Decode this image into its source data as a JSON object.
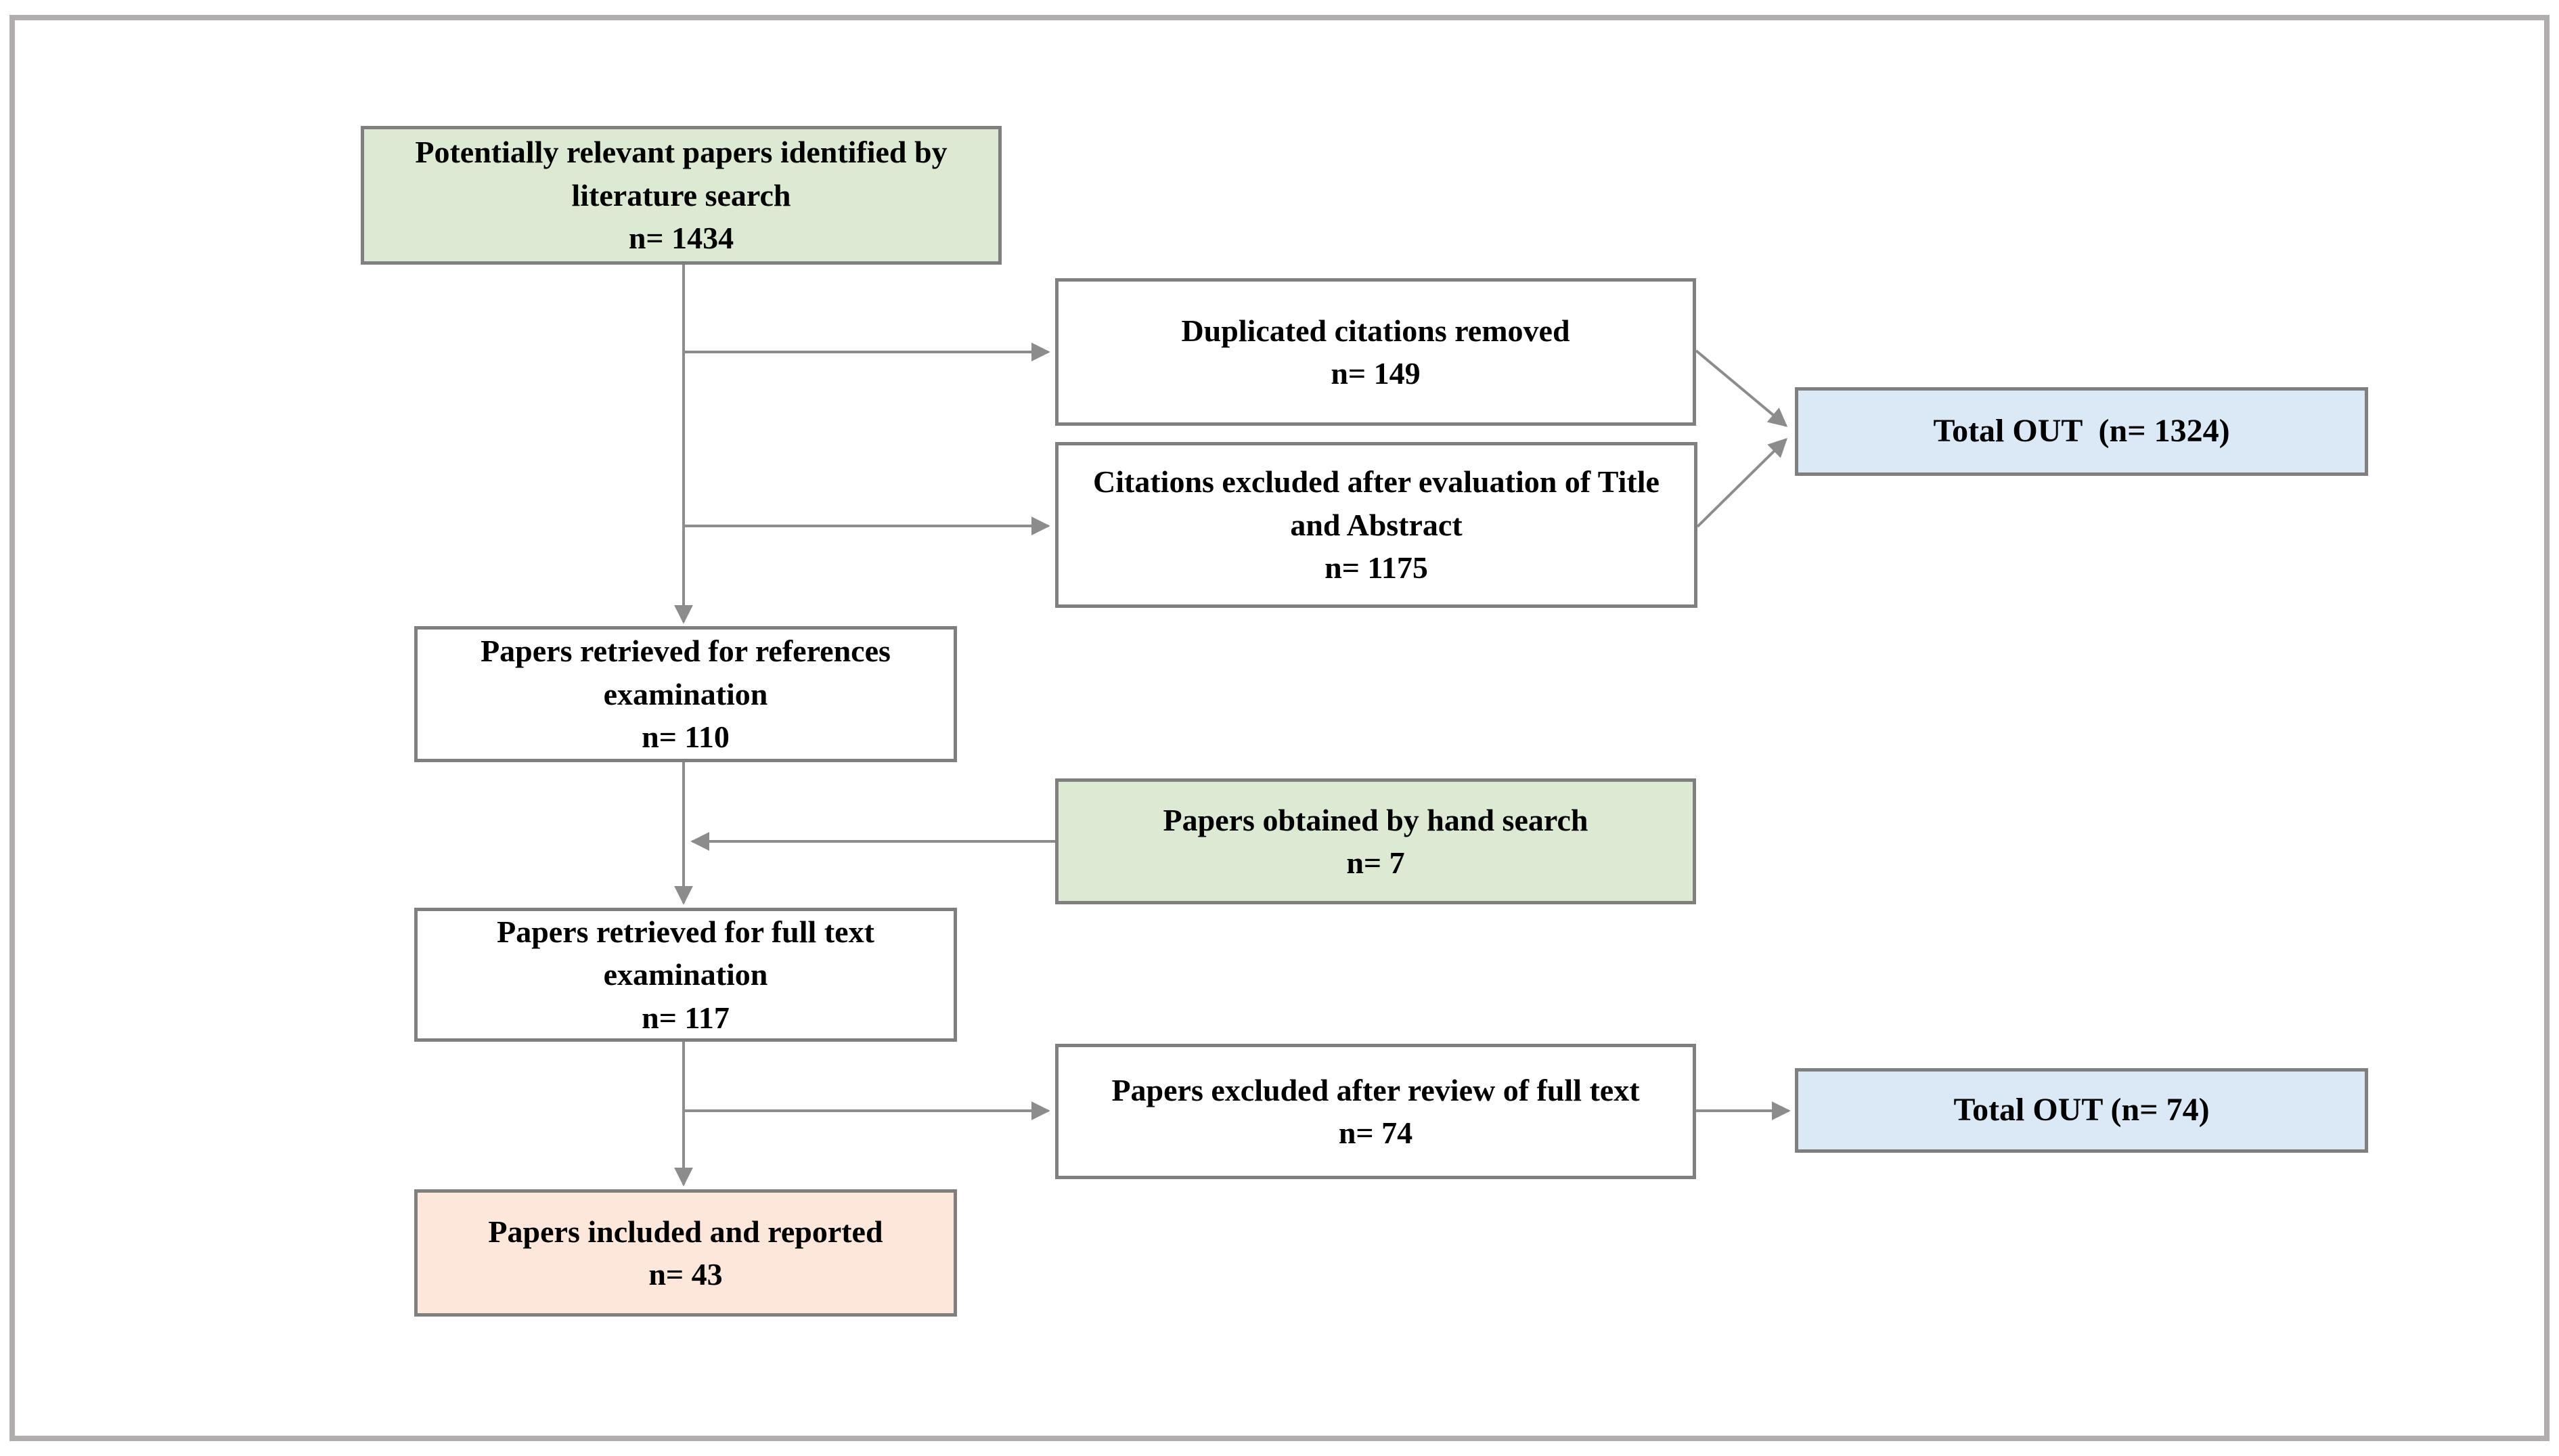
{
  "figure": {
    "type": "flow-diagram",
    "description": "Literature search and paper screening flow chart"
  },
  "palette": {
    "source_green": "#dcead4",
    "process_white": "#ffffff",
    "total_blue": "#dbe8f5",
    "included_peach": "#fde7da",
    "box_border": "#7f7f7f",
    "connector_gray": "#8c8c8c",
    "frame_border": "#b1adad",
    "text": "#000000"
  },
  "nodes": {
    "lit_search": {
      "label": "Potentially relevant papers identified by literature search",
      "count": "n= 1434"
    },
    "duplicates_removed": {
      "label": "Duplicated citations removed",
      "count": "n= 149"
    },
    "title_abstract_excluded": {
      "label": "Citations excluded after evaluation of Title and Abstract",
      "count": "n= 1175"
    },
    "total_out_screening": {
      "label": "Total OUT  (n= 1324)"
    },
    "references_examination": {
      "label": "Papers retrieved for references examination",
      "count": "n= 110"
    },
    "hand_search": {
      "label": "Papers obtained by hand search",
      "count": "n= 7"
    },
    "full_text_examination": {
      "label": "Papers retrieved for full text examination",
      "count": "n= 117"
    },
    "full_text_excluded": {
      "label": "Papers excluded after review of full text",
      "count": "n= 74"
    },
    "total_out_full_text": {
      "label": "Total OUT (n= 74)"
    },
    "included_reported": {
      "label": "Papers included and reported",
      "count": "n= 43"
    }
  }
}
